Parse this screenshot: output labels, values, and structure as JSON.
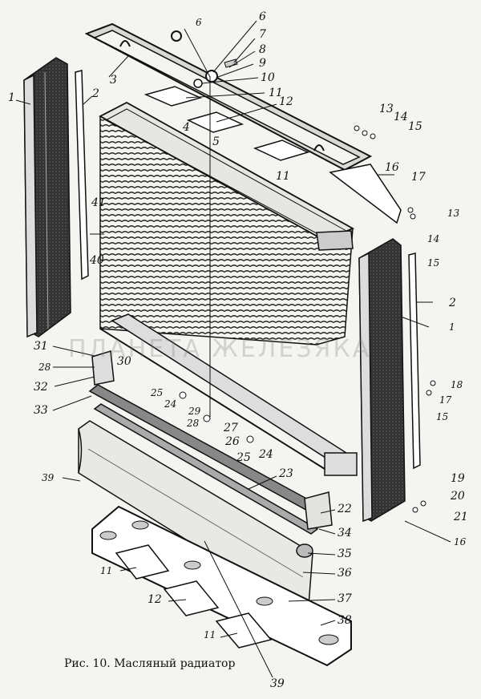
{
  "caption": "Рис. 10. Масляный радиатор",
  "watermark": "ПЛАНЕТА ЖЕЛЕЗЯКА",
  "labels": [
    {
      "id": "l6a",
      "text": "6"
    },
    {
      "id": "l6b",
      "text": "6"
    },
    {
      "id": "l7",
      "text": "7"
    },
    {
      "id": "l8",
      "text": "8"
    },
    {
      "id": "l9",
      "text": "9"
    },
    {
      "id": "l10",
      "text": "10"
    },
    {
      "id": "l3",
      "text": "3"
    },
    {
      "id": "l11a",
      "text": "11"
    },
    {
      "id": "l12a",
      "text": "12"
    },
    {
      "id": "l4",
      "text": "4"
    },
    {
      "id": "l5",
      "text": "5"
    },
    {
      "id": "l11b",
      "text": "11"
    },
    {
      "id": "l1a",
      "text": "1"
    },
    {
      "id": "l2a",
      "text": "2"
    },
    {
      "id": "l13a",
      "text": "13"
    },
    {
      "id": "l14a",
      "text": "14"
    },
    {
      "id": "l15a",
      "text": "15"
    },
    {
      "id": "l16a",
      "text": "16"
    },
    {
      "id": "l17a",
      "text": "17"
    },
    {
      "id": "l13b",
      "text": "13"
    },
    {
      "id": "l14b",
      "text": "14"
    },
    {
      "id": "l15b",
      "text": "15"
    },
    {
      "id": "l41",
      "text": "41"
    },
    {
      "id": "l40",
      "text": "40"
    },
    {
      "id": "l2b",
      "text": "2"
    },
    {
      "id": "l1b",
      "text": "1"
    },
    {
      "id": "l31",
      "text": "31"
    },
    {
      "id": "l28a",
      "text": "28"
    },
    {
      "id": "l30",
      "text": "30"
    },
    {
      "id": "l32",
      "text": "32"
    },
    {
      "id": "l33",
      "text": "33"
    },
    {
      "id": "l25a",
      "text": "25"
    },
    {
      "id": "l24a",
      "text": "24"
    },
    {
      "id": "l29",
      "text": "29"
    },
    {
      "id": "l28b",
      "text": "28"
    },
    {
      "id": "l27",
      "text": "27"
    },
    {
      "id": "l26",
      "text": "26"
    },
    {
      "id": "l25b",
      "text": "25"
    },
    {
      "id": "l24b",
      "text": "24"
    },
    {
      "id": "l18",
      "text": "18"
    },
    {
      "id": "l17b",
      "text": "17"
    },
    {
      "id": "l15c",
      "text": "15"
    },
    {
      "id": "l23",
      "text": "23"
    },
    {
      "id": "l39a",
      "text": "39"
    },
    {
      "id": "l22",
      "text": "22"
    },
    {
      "id": "l19",
      "text": "19"
    },
    {
      "id": "l20",
      "text": "20"
    },
    {
      "id": "l21",
      "text": "21"
    },
    {
      "id": "l16b",
      "text": "16"
    },
    {
      "id": "l34",
      "text": "34"
    },
    {
      "id": "l35",
      "text": "35"
    },
    {
      "id": "l11c",
      "text": "11"
    },
    {
      "id": "l36",
      "text": "36"
    },
    {
      "id": "l12b",
      "text": "12"
    },
    {
      "id": "l37",
      "text": "37"
    },
    {
      "id": "l38",
      "text": "38"
    },
    {
      "id": "l11d",
      "text": "11"
    },
    {
      "id": "l39b",
      "text": "39"
    }
  ]
}
